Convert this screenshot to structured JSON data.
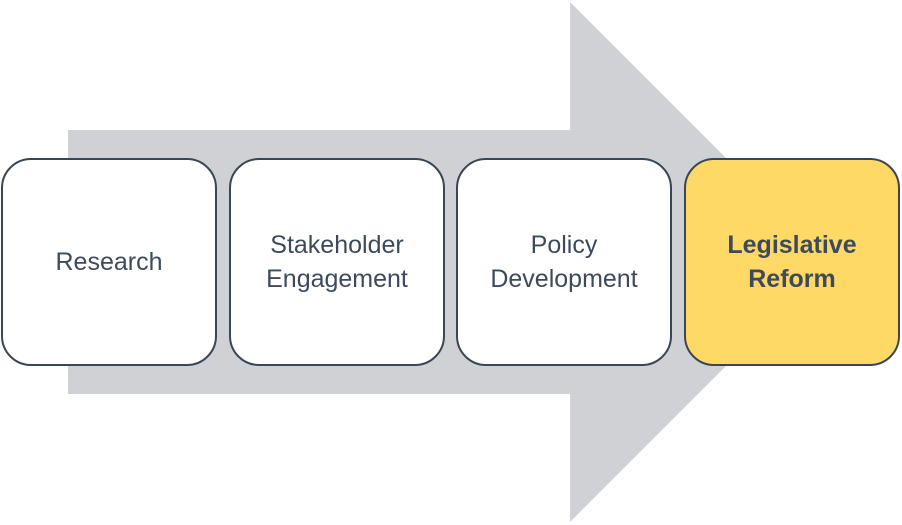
{
  "diagram": {
    "arrow_color": "#d0d1d4",
    "highlight_color": "#ffd966",
    "border_color": "#3b4654",
    "text_color": "#3c4a5b",
    "steps": [
      {
        "label": "Research",
        "highlighted": false
      },
      {
        "label": "Stakeholder\nEngagement",
        "highlighted": false
      },
      {
        "label": "Policy\nDevelopment",
        "highlighted": false
      },
      {
        "label": "Legislative\nReform",
        "highlighted": true
      }
    ]
  }
}
